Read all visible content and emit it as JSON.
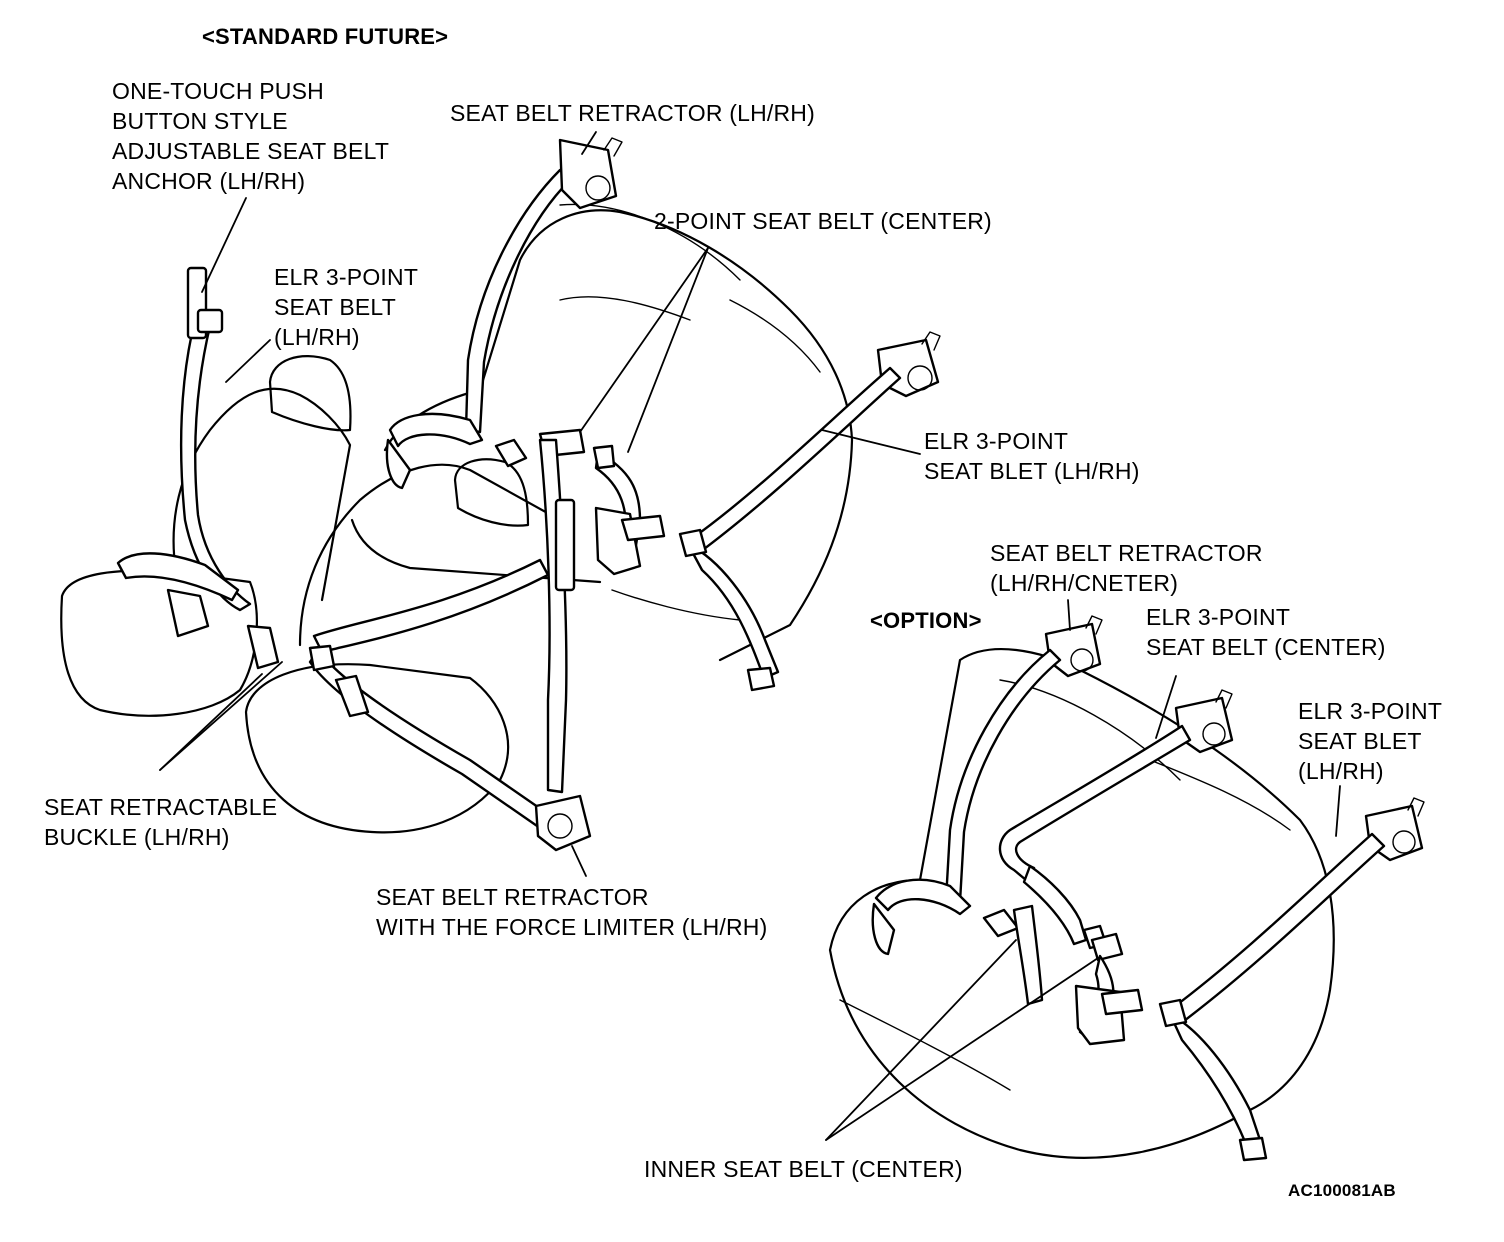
{
  "heading_standard": "<STANDARD FUTURE>",
  "heading_option": "<OPTION>",
  "labels": {
    "anchor": "ONE-TOUCH PUSH\nBUTTON STYLE\nADJUSTABLE SEAT BELT\nANCHOR (LH/RH)",
    "retractor_top": "SEAT BELT RETRACTOR (LH/RH)",
    "two_point_center": "2-POINT SEAT BELT (CENTER)",
    "elr_front": "ELR 3-POINT\nSEAT BELT\n(LH/RH)",
    "elr_rear_right": "ELR 3-POINT\nSEAT BLET (LH/RH)",
    "option_retractor": "SEAT BELT RETRACTOR\n(LH/RH/CNETER)",
    "option_elr_center": "ELR 3-POINT\nSEAT BELT (CENTER)",
    "option_elr_side": "ELR 3-POINT\nSEAT BLET\n(LH/RH)",
    "buckle": "SEAT RETRACTABLE\nBUCKLE (LH/RH)",
    "force_limiter": "SEAT BELT RETRACTOR\nWITH THE FORCE LIMITER (LH/RH)",
    "inner_belt": "INNER SEAT BELT (CENTER)",
    "figure_code": "AC100081AB"
  },
  "icons": {
    "standard_layout": "seat-belt-layout-drawing",
    "option_layout": "rear-seat-belt-option-drawing"
  }
}
